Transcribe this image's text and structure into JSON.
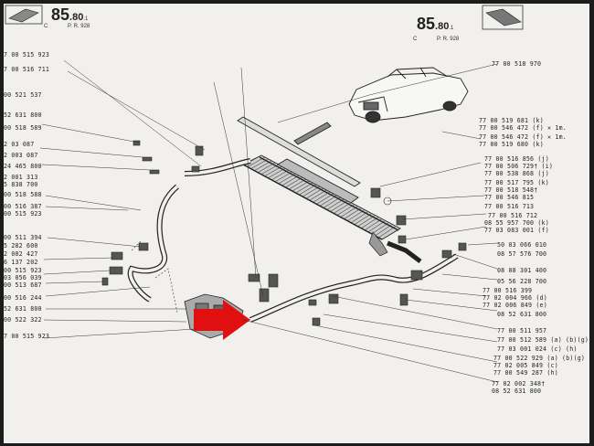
{
  "header_left": {
    "number": "85",
    "sub": ".80",
    "sheet": ".1",
    "c_label": "C",
    "pr": "P. R. 928"
  },
  "header_right": {
    "number": "85",
    "sub": ".80",
    "sheet": ".1",
    "c_label": "C",
    "pr": "P. R. 928"
  },
  "left_parts": [
    "7 00 515 923",
    "7 00 516 711",
    "00 521 537",
    "52 631 800",
    "00 518 589",
    "2 03 087",
    "2 003 087",
    "24 465 800",
    "2 001 313",
    "5 838 700",
    "00 518 588",
    "00 516 387",
    "00 515 923",
    "00 511 394",
    "5 282 600",
    "2 002 427",
    "6 137 202",
    "00 515 923",
    "03 056 039",
    "00 513 687",
    "00 516 244",
    "52 631 800",
    "00 522 322",
    "7 00 515 923"
  ],
  "right_parts": [
    "77 00 518 970",
    "77 00 519 681 (k)",
    "77 00 546 472 (f) ✕ 1m.",
    "77 00 546 472 (f) ✕ 1m.",
    "77 00 519 680 (k)",
    "77 00 516 856 (j)",
    "77 00 506 729† (i)",
    "77 00 538 868 (j)",
    "77 00 517 795 (k)",
    "77 00 518 548†",
    "77 00 546 815",
    "77 00 516 713",
    "77 00 516 712",
    "08 55 957 700 (k)",
    "77 03 083 001 (f)",
    "50 03 066 010",
    "08 57 576 700",
    "08 08 301 400",
    "05 56 228 700",
    "77 00 516 399",
    "77 02 004 966 (d)",
    "77 02 006 849 (e)",
    "08 52 631 800",
    "77 00 511 957",
    "77 00 512 589 (a) (b)(g)",
    "77 03 001 024 (c) (h)",
    "77 00 522 929 (a) (b)(g)",
    "77 02 005 849 (c)",
    "77 00 549 287 (h)",
    "77 02 002 348†",
    "08 52 631 800"
  ]
}
